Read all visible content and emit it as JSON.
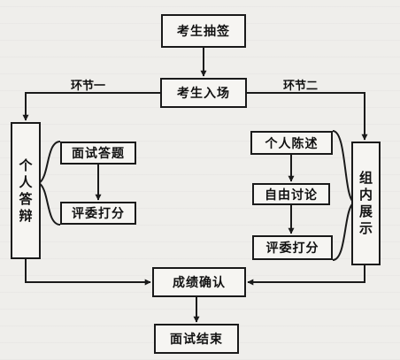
{
  "nodes": {
    "draw_lots": "考生抽签",
    "enter_room": "考生入场",
    "individual_defense": "个人答辩",
    "interview_questions": "面试答题",
    "judges_score_1": "评委打分",
    "personal_statement": "个人陈述",
    "free_discussion": "自由讨论",
    "judges_score_2": "评委打分",
    "group_presentation": "组内展示",
    "confirm_score": "成绩确认",
    "interview_end": "面试结束"
  },
  "labels": {
    "segment_one": "环节一",
    "segment_two": "环节二"
  }
}
